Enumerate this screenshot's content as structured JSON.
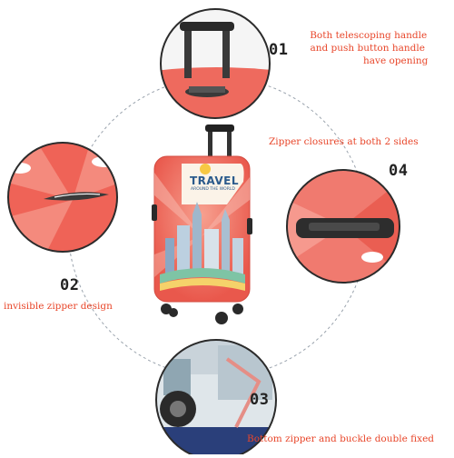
{
  "annotations": {
    "handle_text_1": "Both telescoping handle",
    "handle_text_2": "and push button handle",
    "handle_text_3": "have opening",
    "side_zipper_text": "Zipper closures at both 2 sides",
    "invisible_zipper_text": "invisible zipper design",
    "bottom_text": "Bottom zipper and buckle double fixed"
  },
  "numbers": {
    "n01": "01",
    "n02": "02",
    "n03": "03",
    "n04": "04"
  },
  "suitcase": {
    "title": "TRAVEL",
    "subtitle": "AROUND THE WORLD"
  },
  "colors": {
    "accent_text": "#e8462a",
    "cover_red": "#f0655b",
    "number_text": "#222222"
  }
}
